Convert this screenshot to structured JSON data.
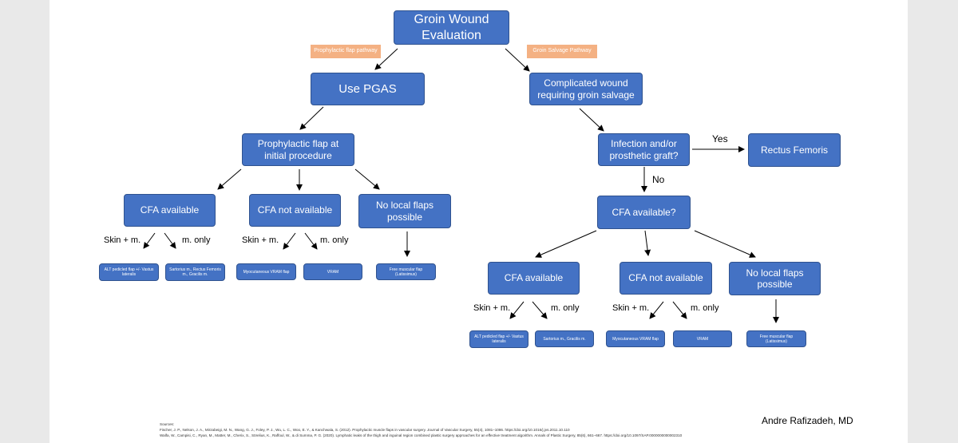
{
  "title": "Groin Wound Evaluation",
  "tags": {
    "left": "Prophylactic flap pathway",
    "right": "Groin Salvage Pathway"
  },
  "left": {
    "use_pgas": "Use PGAS",
    "prophylactic": "Prophylactic flap at initial procedure",
    "cfa_available": "CFA available",
    "cfa_not_available": "CFA not available",
    "no_local_flaps": "No local flaps possible",
    "edge_skin_1": "Skin + m.",
    "edge_monly_1": "m. only",
    "edge_skin_2": "Skin + m.",
    "edge_monly_2": "m. only",
    "leaf_alt": "ALT pedicled flap +/- Vastus lateralis",
    "leaf_sartorius": "Sartorius m., Rectus Femoris m., Gracilis m.",
    "leaf_myo_vram": "Myocutaneous VRAM flap",
    "leaf_vram": "VRAM",
    "leaf_free": "Free muscular flap (Latissimus)"
  },
  "right": {
    "complicated": "Complicated wound requiring groin salvage",
    "infection": "Infection and/or prosthetic graft?",
    "yes": "Yes",
    "no": "No",
    "rectus": "Rectus Femoris",
    "cfa_question": "CFA available?",
    "cfa_available": "CFA available",
    "cfa_not_available": "CFA not available",
    "no_local_flaps": "No local flaps possible",
    "edge_skin_1": "Skin + m.",
    "edge_monly_1": "m. only",
    "edge_skin_2": "Skin + m.",
    "edge_monly_2": "m. only",
    "leaf_alt": "ALT pedicled flap +/- Vastus lateralis",
    "leaf_sartorius": "Sartorius m., Gracilis m.",
    "leaf_myo_vram": "Myocutaneous VRAM flap",
    "leaf_vram": "VRAM",
    "leaf_free": "Free muscular flap (Latissimus)"
  },
  "sources": {
    "heading": "Sources:",
    "ref1": "Fischer, J. P., Nelson, J. A., Mirzabeigi, M. N., Wang, G. J., Foley, P. J., Wu, L. C., Woo, E. Y., & Kanchwala, S. (2012). Prophylactic muscle flaps in vascular surgery. Journal of Vascular Surgery, 55(4), 1081–1086. https://doi.org/10.1016/j.jvs.2011.10.110",
    "ref2": "Walfa, W., Campisi, C., Ryan, M., Matter, M., Cherix, S., Sörelius, K., Raffoul, W., & di Summa, P. G. (2020). Lymphatic leaks of the thigh and inguinal region combined plastic surgery approaches for an effective treatment algorithm. Annals of Plastic Surgery, 85(6), 661–667. https://doi.org/10.1097/SAP.0000000000002310"
  },
  "author": "Andre Rafizadeh, MD",
  "colors": {
    "node_fill": "#4472c4",
    "node_border": "#2f528f",
    "tag_fill": "#f4b183"
  }
}
